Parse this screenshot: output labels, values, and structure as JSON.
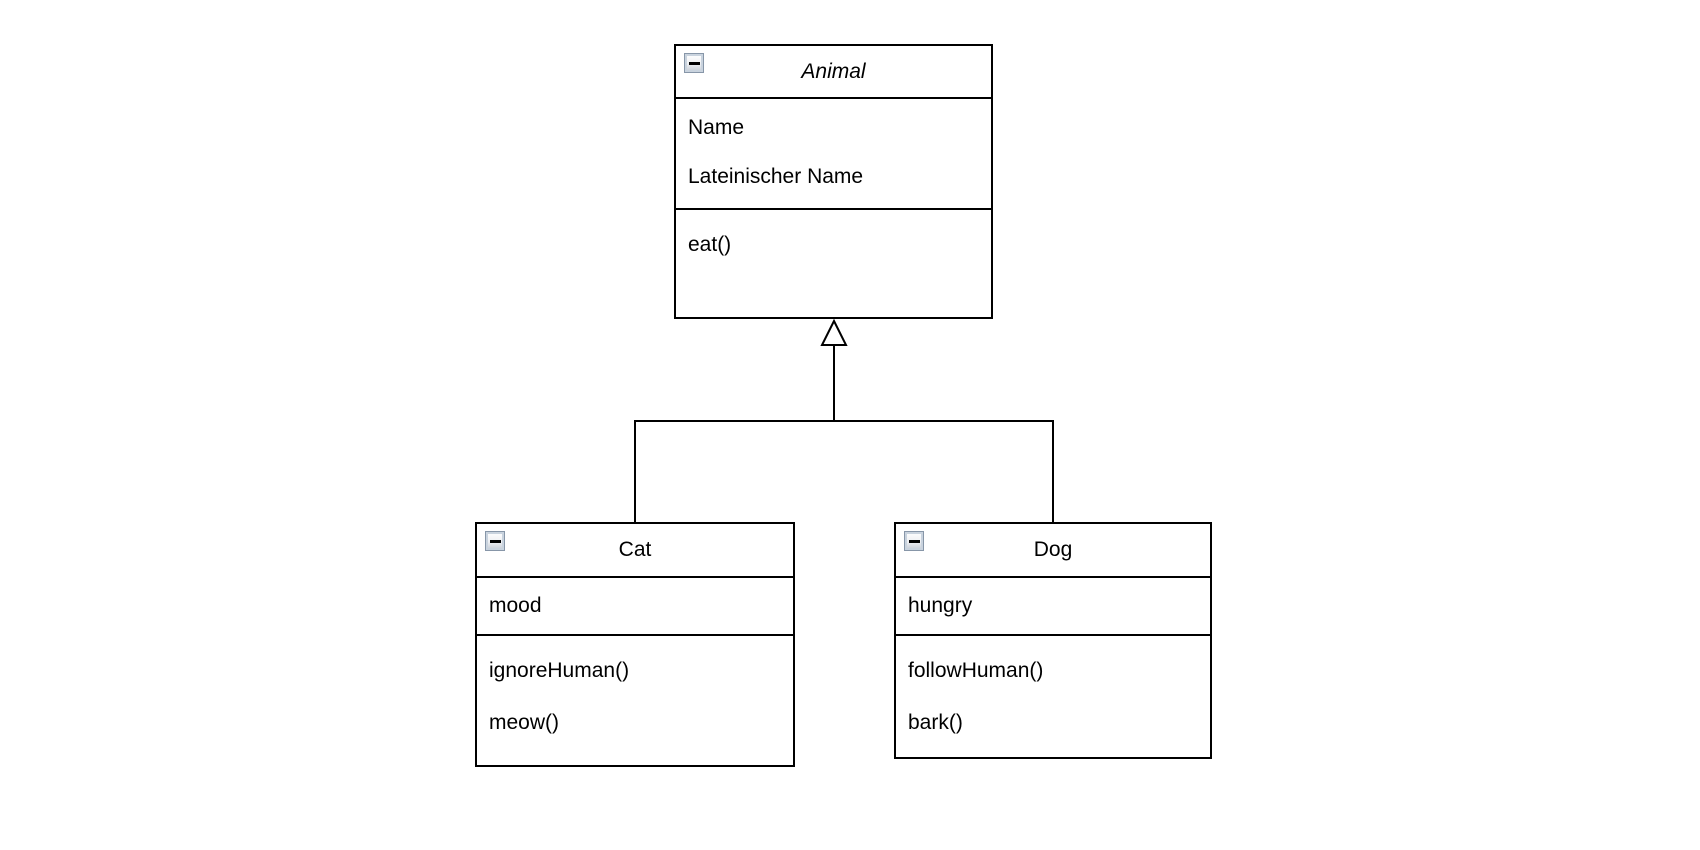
{
  "diagram": {
    "type": "uml-class-diagram",
    "colors": {
      "canvas_background": "#ffffff",
      "box_fill": "#ffffff",
      "line": "#000000",
      "text": "#000000",
      "collapse_button_border": "#8796a8"
    },
    "classes": [
      {
        "name": "Animal",
        "abstract": true,
        "collapse_icon": "minus-icon",
        "attributes": [
          "Name",
          "Lateinischer Name"
        ],
        "methods": [
          "eat()"
        ]
      },
      {
        "name": "Cat",
        "abstract": false,
        "collapse_icon": "minus-icon",
        "attributes": [
          "mood"
        ],
        "methods": [
          "ignoreHuman()",
          "meow()"
        ]
      },
      {
        "name": "Dog",
        "abstract": false,
        "collapse_icon": "minus-icon",
        "attributes": [
          "hungry"
        ],
        "methods": [
          "followHuman()",
          "bark()"
        ]
      }
    ],
    "relations": [
      {
        "type": "inheritance",
        "from": "Cat",
        "to": "Animal",
        "arrowhead": "hollow-triangle"
      },
      {
        "type": "inheritance",
        "from": "Dog",
        "to": "Animal",
        "arrowhead": "hollow-triangle"
      }
    ]
  }
}
